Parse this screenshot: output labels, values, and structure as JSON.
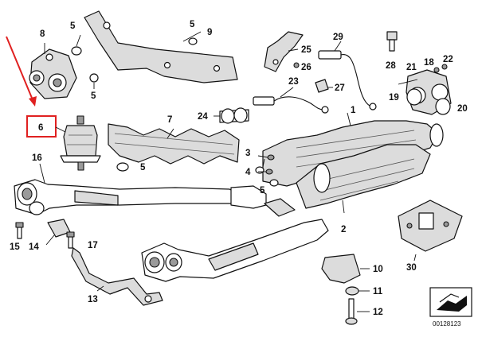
{
  "diagram": {
    "catalog_id": "00128123",
    "highlighted_part": "6",
    "highlight_color": "#e02020",
    "callouts": [
      "1",
      "2",
      "3",
      "4",
      "5",
      "5",
      "5",
      "5",
      "5",
      "6",
      "7",
      "8",
      "9",
      "10",
      "11",
      "12",
      "13",
      "14",
      "15",
      "16",
      "17",
      "18",
      "19",
      "20",
      "21",
      "22",
      "23",
      "24",
      "25",
      "26",
      "27",
      "28",
      "29",
      "30"
    ]
  }
}
